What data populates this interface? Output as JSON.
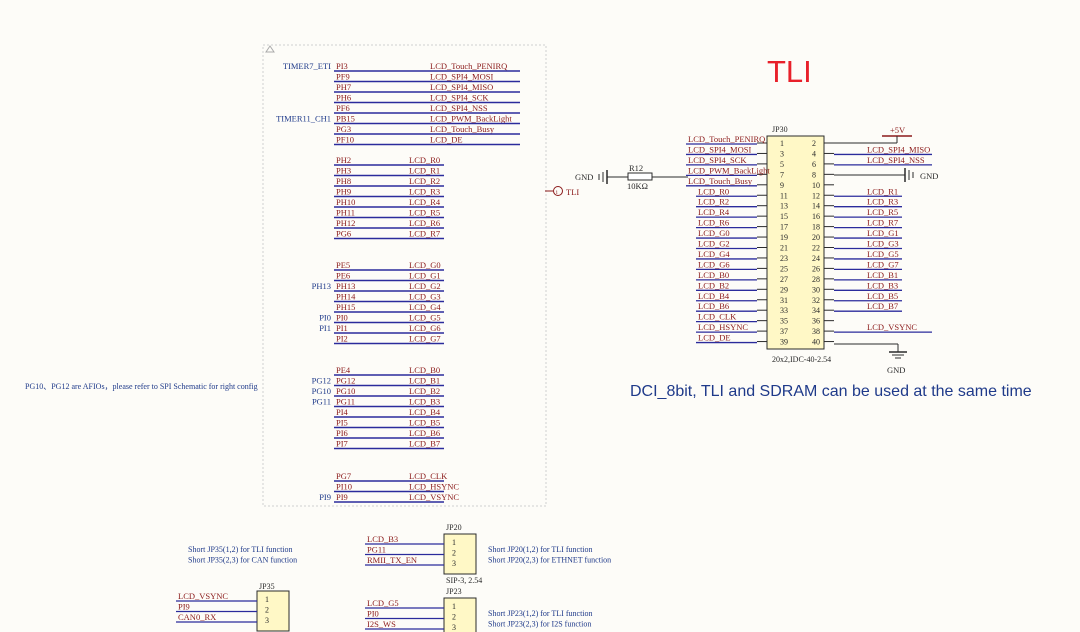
{
  "title": "TLI",
  "note": "DCI_8bit, TLI and SDRAM can be used at the same time",
  "afio_note": "PG10、PG12 are AFIOs，please refer to SPI Schematic for right config",
  "colors": {
    "wire": "#2b2b9c",
    "net": "#8b1a1a",
    "text": "#1f3a8a",
    "part": "#2b2b2b",
    "title": "#e8202a",
    "box": "#fff8c6"
  },
  "mcu": {
    "groups": [
      {
        "pins": [
          {
            "pin": "PI3",
            "net": "LCD_Touch_PENIRQ",
            "alt": "TIMER7_ETI"
          },
          {
            "pin": "PF9",
            "net": "LCD_SPI4_MOSI",
            "alt": ""
          },
          {
            "pin": "PH7",
            "net": "LCD_SPI4_MISO",
            "alt": ""
          },
          {
            "pin": "PH6",
            "net": "LCD_SPI4_SCK",
            "alt": ""
          },
          {
            "pin": "PF6",
            "net": "LCD_SPI4_NSS",
            "alt": ""
          },
          {
            "pin": "PB15",
            "net": "LCD_PWM_BackLight",
            "alt": "TIMER11_CH1"
          },
          {
            "pin": "PG3",
            "net": "LCD_Touch_Busy",
            "alt": ""
          },
          {
            "pin": "PF10",
            "net": "LCD_DE",
            "alt": ""
          }
        ]
      },
      {
        "pins": [
          {
            "pin": "PH2",
            "net": "LCD_R0",
            "alt": ""
          },
          {
            "pin": "PH3",
            "net": "LCD_R1",
            "alt": ""
          },
          {
            "pin": "PH8",
            "net": "LCD_R2",
            "alt": ""
          },
          {
            "pin": "PH9",
            "net": "LCD_R3",
            "alt": ""
          },
          {
            "pin": "PH10",
            "net": "LCD_R4",
            "alt": ""
          },
          {
            "pin": "PH11",
            "net": "LCD_R5",
            "alt": ""
          },
          {
            "pin": "PH12",
            "net": "LCD_R6",
            "alt": ""
          },
          {
            "pin": "PG6",
            "net": "LCD_R7",
            "alt": ""
          }
        ]
      },
      {
        "pins": [
          {
            "pin": "PE5",
            "net": "LCD_G0",
            "alt": ""
          },
          {
            "pin": "PE6",
            "net": "LCD_G1",
            "alt": ""
          },
          {
            "pin": "PH13",
            "net": "LCD_G2",
            "alt": "PH13"
          },
          {
            "pin": "PH14",
            "net": "LCD_G3",
            "alt": ""
          },
          {
            "pin": "PH15",
            "net": "LCD_G4",
            "alt": ""
          },
          {
            "pin": "PI0",
            "net": "LCD_G5",
            "alt": "PI0"
          },
          {
            "pin": "PI1",
            "net": "LCD_G6",
            "alt": "PI1"
          },
          {
            "pin": "PI2",
            "net": "LCD_G7",
            "alt": ""
          }
        ]
      },
      {
        "pins": [
          {
            "pin": "PE4",
            "net": "LCD_B0",
            "alt": ""
          },
          {
            "pin": "PG12",
            "net": "LCD_B1",
            "alt": "PG12"
          },
          {
            "pin": "PG10",
            "net": "LCD_B2",
            "alt": "PG10"
          },
          {
            "pin": "PG11",
            "net": "LCD_B3",
            "alt": "PG11"
          },
          {
            "pin": "PI4",
            "net": "LCD_B4",
            "alt": ""
          },
          {
            "pin": "PI5",
            "net": "LCD_B5",
            "alt": ""
          },
          {
            "pin": "PI6",
            "net": "LCD_B6",
            "alt": ""
          },
          {
            "pin": "PI7",
            "net": "LCD_B7",
            "alt": ""
          }
        ]
      },
      {
        "pins": [
          {
            "pin": "PG7",
            "net": "LCD_CLK",
            "alt": ""
          },
          {
            "pin": "PI10",
            "net": "LCD_HSYNC",
            "alt": ""
          },
          {
            "pin": "PI9",
            "net": "LCD_VSYNC",
            "alt": "PI9"
          }
        ]
      }
    ],
    "port_label": "TLI"
  },
  "jp30": {
    "ref": "JP30",
    "footprint": "20x2,IDC-40-2.54",
    "left_nets": [
      "LCD_Touch_PENIRQ",
      "LCD_SPI4_MOSI",
      "LCD_SPI4_SCK",
      "LCD_PWM_BackLight",
      "LCD_Touch_Busy",
      "LCD_R0",
      "LCD_R2",
      "LCD_R4",
      "LCD_R6",
      "LCD_G0",
      "LCD_G2",
      "LCD_G4",
      "LCD_G6",
      "LCD_B0",
      "LCD_B2",
      "LCD_B4",
      "LCD_B6",
      "LCD_CLK",
      "LCD_HSYNC",
      "LCD_DE"
    ],
    "right_nets": [
      "",
      "LCD_SPI4_MISO",
      "LCD_SPI4_NSS",
      "",
      "",
      "LCD_R1",
      "LCD_R3",
      "LCD_R5",
      "LCD_R7",
      "LCD_G1",
      "LCD_G3",
      "LCD_G5",
      "LCD_G7",
      "LCD_B1",
      "LCD_B3",
      "LCD_B5",
      "LCD_B7",
      "",
      "LCD_VSYNC",
      ""
    ],
    "left_pins": [
      "1",
      "3",
      "5",
      "7",
      "9",
      "11",
      "13",
      "15",
      "17",
      "19",
      "21",
      "23",
      "25",
      "27",
      "29",
      "31",
      "33",
      "35",
      "37",
      "39"
    ],
    "right_pins": [
      "2",
      "4",
      "6",
      "8",
      "10",
      "12",
      "14",
      "16",
      "18",
      "20",
      "22",
      "24",
      "26",
      "28",
      "30",
      "32",
      "34",
      "36",
      "38",
      "40"
    ],
    "power": "+5V",
    "gnd": "GND",
    "resistor_ref": "R12",
    "resistor_val": "10KΩ"
  },
  "jumpers": [
    {
      "ref": "JP35",
      "nets": [
        "LCD_VSYNC",
        "PI9",
        "CAN0_RX"
      ],
      "pins": [
        "1",
        "2",
        "3"
      ],
      "notes": [
        "Short JP35(1,2) for TLI function",
        "Short JP35(2,3) for CAN function"
      ],
      "footprint": ""
    },
    {
      "ref": "JP20",
      "nets": [
        "LCD_B3",
        "PG11",
        "RMII_TX_EN"
      ],
      "pins": [
        "1",
        "2",
        "3"
      ],
      "notes": [
        "Short JP20(1,2) for TLI function",
        "Short JP20(2,3) for ETHNET function"
      ],
      "footprint": "SIP-3, 2.54"
    },
    {
      "ref": "JP23",
      "nets": [
        "LCD_G5",
        "PI0",
        "I2S_WS"
      ],
      "pins": [
        "1",
        "2",
        "3"
      ],
      "notes": [
        "Short JP23(1,2) for TLI function",
        "Short JP23(2,3) for I2S function"
      ],
      "footprint": ""
    }
  ]
}
